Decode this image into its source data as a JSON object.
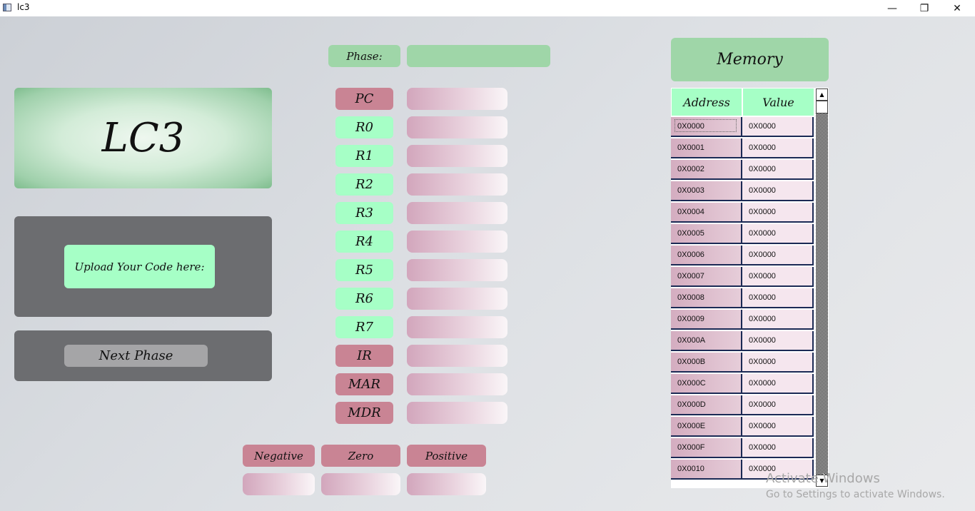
{
  "window": {
    "title": "lc3",
    "minimize": "—",
    "restore": "❐",
    "close": "✕"
  },
  "logo": {
    "text": "LC3"
  },
  "upload": {
    "label": "Upload Your Code here:"
  },
  "next_phase": {
    "label": "Next Phase"
  },
  "phase": {
    "label": "Phase:",
    "value": ""
  },
  "registers": [
    {
      "label": "PC",
      "value": ""
    },
    {
      "label": "R0",
      "value": ""
    },
    {
      "label": "R1",
      "value": ""
    },
    {
      "label": "R2",
      "value": ""
    },
    {
      "label": "R3",
      "value": ""
    },
    {
      "label": "R4",
      "value": ""
    },
    {
      "label": "R5",
      "value": ""
    },
    {
      "label": "R6",
      "value": ""
    },
    {
      "label": "R7",
      "value": ""
    },
    {
      "label": "IR",
      "value": ""
    },
    {
      "label": "MAR",
      "value": ""
    },
    {
      "label": "MDR",
      "value": ""
    }
  ],
  "flags": [
    {
      "label": "Negative",
      "value": ""
    },
    {
      "label": "Zero",
      "value": ""
    },
    {
      "label": "Positive",
      "value": ""
    }
  ],
  "memory": {
    "title": "Memory",
    "columns": [
      "Address",
      "Value"
    ],
    "rows": [
      {
        "address": "0X0000",
        "value": "0X0000"
      },
      {
        "address": "0X0001",
        "value": "0X0000"
      },
      {
        "address": "0X0002",
        "value": "0X0000"
      },
      {
        "address": "0X0003",
        "value": "0X0000"
      },
      {
        "address": "0X0004",
        "value": "0X0000"
      },
      {
        "address": "0X0005",
        "value": "0X0000"
      },
      {
        "address": "0X0006",
        "value": "0X0000"
      },
      {
        "address": "0X0007",
        "value": "0X0000"
      },
      {
        "address": "0X0008",
        "value": "0X0000"
      },
      {
        "address": "0X0009",
        "value": "0X0000"
      },
      {
        "address": "0X000A",
        "value": "0X0000"
      },
      {
        "address": "0X000B",
        "value": "0X0000"
      },
      {
        "address": "0X000C",
        "value": "0X0000"
      },
      {
        "address": "0X000D",
        "value": "0X0000"
      },
      {
        "address": "0X000E",
        "value": "0X0000"
      },
      {
        "address": "0X000F",
        "value": "0X0000"
      },
      {
        "address": "0X0010",
        "value": "0X0000"
      }
    ]
  },
  "watermark": {
    "line1": "Activate Windows",
    "line2": "Go to Settings to activate Windows."
  },
  "colors": {
    "label_green": "#a6ffc6",
    "label_pink": "#c98494",
    "panel_gray": "#6c6d70",
    "title_green": "#9fd6a8"
  }
}
